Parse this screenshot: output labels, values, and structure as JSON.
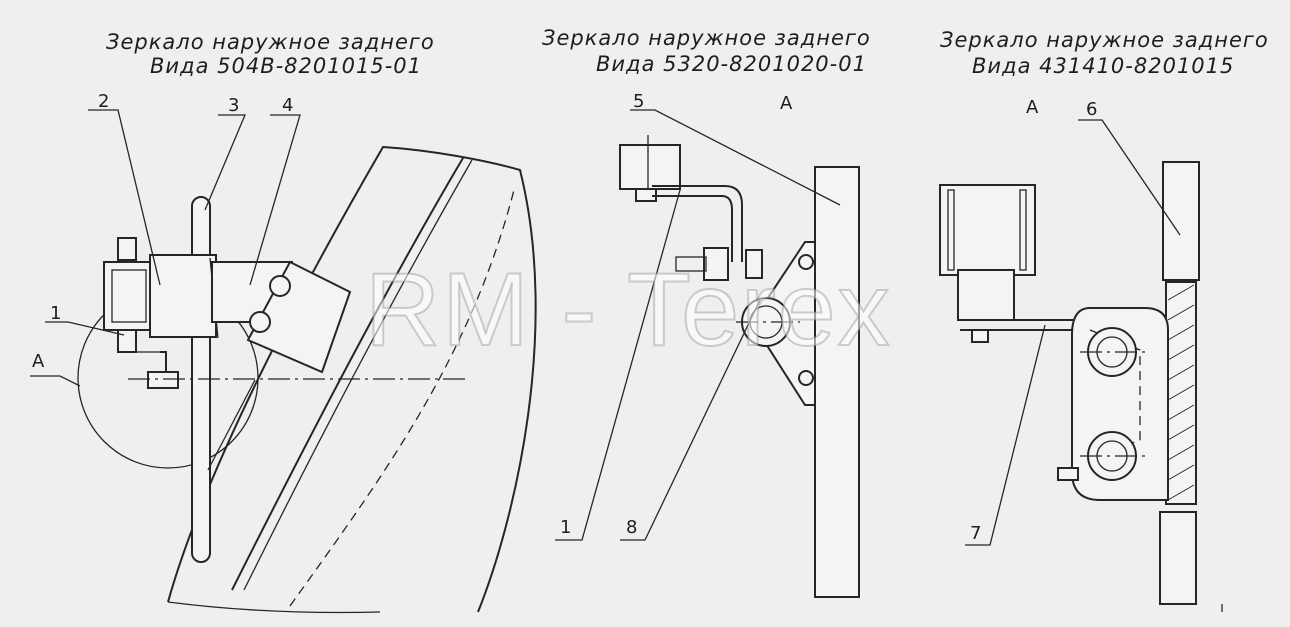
{
  "titles": {
    "left": [
      "Зеркало наружное заднего",
      "Вида  504В-8201015-01"
    ],
    "middle": [
      "Зеркало наружное заднего",
      "Вида  5320-8201020-01"
    ],
    "right": [
      "Зеркало наружное заднего",
      "Вида  431410-8201015"
    ]
  },
  "callouts": {
    "c1_left": "1",
    "c2": "2",
    "c3": "3",
    "c4": "4",
    "a_left": "А",
    "c5": "5",
    "a_middle": "А",
    "c1_middle": "1",
    "c8": "8",
    "a_right": "А",
    "c6": "6",
    "c7": "7"
  },
  "watermark": "RM - Terex"
}
